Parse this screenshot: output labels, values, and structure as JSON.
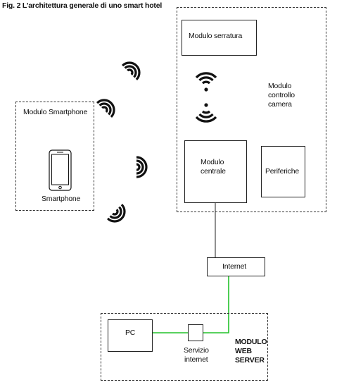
{
  "figure": {
    "title": "Fig. 2 L’architettura generale di uno smart hotel"
  },
  "room_module": {
    "label_lines": [
      "Modulo",
      "controllo",
      "camera"
    ],
    "lock_module": "Modulo serratura",
    "central_module_lines": [
      "Modulo",
      "centrale"
    ],
    "peripherals": "Periferiche"
  },
  "smartphone_module": {
    "label": "Modulo Smartphone",
    "device_label": "Smartphone"
  },
  "internet": {
    "label": "Internet"
  },
  "web_server_module": {
    "label_lines": [
      "MODULO",
      "WEB",
      "SERVER"
    ],
    "pc": "PC",
    "service_lines": [
      "Servizio",
      "internet"
    ]
  },
  "colors": {
    "connection_green": "#22c22a",
    "line": "#222222"
  },
  "icons": [
    "wifi-icon",
    "smartphone-icon"
  ]
}
